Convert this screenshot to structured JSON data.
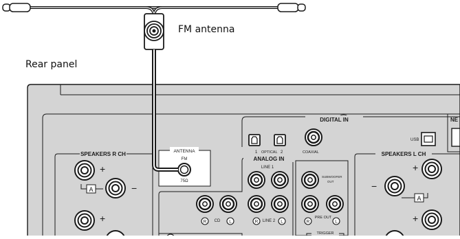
{
  "captions": {
    "fm_antenna": "FM antenna",
    "rear_panel": "Rear panel"
  },
  "panel_labels": {
    "digital_in": "DIGITAL IN",
    "optical": "OPTICAL",
    "optical_1": "1",
    "optical_2": "2",
    "coaxial": "COAXIAL",
    "usb": "USB",
    "net_partial": "NE",
    "speakers_r": "SPEAKERS R CH",
    "speakers_l": "SPEAKERS L CH",
    "antenna": "ANTENNA",
    "fm": "FM",
    "ohm": "75Ω",
    "analog_in": "ANALOG IN",
    "line1": "LINE 1",
    "line2": "LINE 2",
    "cd": "CD",
    "subwoofer_line1": "SUBWOOFER",
    "subwoofer_line2": "OUT",
    "pre_out": "PRE OUT",
    "trigger": "TRIGGER",
    "plus": "+",
    "minus": "−",
    "a_marker": "A",
    "r_marker": "R",
    "l_marker": "L"
  },
  "colors": {
    "panel_fill": "#d4d4d4",
    "line": "#1a1a1a",
    "jack_face": "#ffffff"
  },
  "icons": [
    "fm-antenna-connector-icon",
    "optical-port-icon",
    "coaxial-jack-icon",
    "usb-port-icon",
    "speaker-terminal-icon",
    "rca-jack-icon"
  ]
}
